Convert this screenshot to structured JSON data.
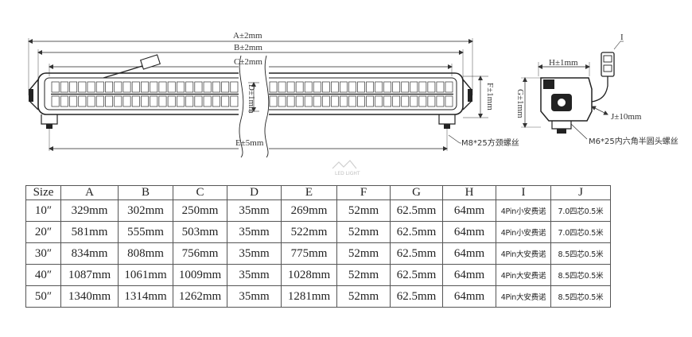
{
  "diagram": {
    "labels": {
      "A": "A±2mm",
      "B": "B±2mm",
      "C": "C±2mm",
      "D": "D±1mm",
      "E": "E±5mm",
      "F": "F±1mm",
      "G": "G±1mm",
      "H": "H±1mm",
      "I": "I",
      "J": "J±10mm"
    },
    "notes": {
      "bolt_m8": "M8*25方颈螺丝",
      "bolt_m6": "M6*25内六角半圆头螺丝"
    },
    "watermark": "LED LIGHT"
  },
  "table": {
    "headers": [
      "Size",
      "A",
      "B",
      "C",
      "D",
      "E",
      "F",
      "G",
      "H",
      "I",
      "J"
    ],
    "rows": [
      [
        "10″",
        "329mm",
        "302mm",
        "250mm",
        "35mm",
        "269mm",
        "52mm",
        "62.5mm",
        "64mm",
        "4Pin小安费诺",
        "7.0四芯0.5米"
      ],
      [
        "20″",
        "581mm",
        "555mm",
        "503mm",
        "35mm",
        "522mm",
        "52mm",
        "62.5mm",
        "64mm",
        "4Pin小安费诺",
        "7.0四芯0.5米"
      ],
      [
        "30″",
        "834mm",
        "808mm",
        "756mm",
        "35mm",
        "775mm",
        "52mm",
        "62.5mm",
        "64mm",
        "4Pin大安费诺",
        "8.5四芯0.5米"
      ],
      [
        "40″",
        "1087mm",
        "1061mm",
        "1009mm",
        "35mm",
        "1028mm",
        "52mm",
        "62.5mm",
        "64mm",
        "4Pin大安费诺",
        "8.5四芯0.5米"
      ],
      [
        "50″",
        "1340mm",
        "1314mm",
        "1262mm",
        "35mm",
        "1281mm",
        "52mm",
        "62.5mm",
        "64mm",
        "4Pin大安费诺",
        "8.5四芯0.5米"
      ]
    ]
  }
}
